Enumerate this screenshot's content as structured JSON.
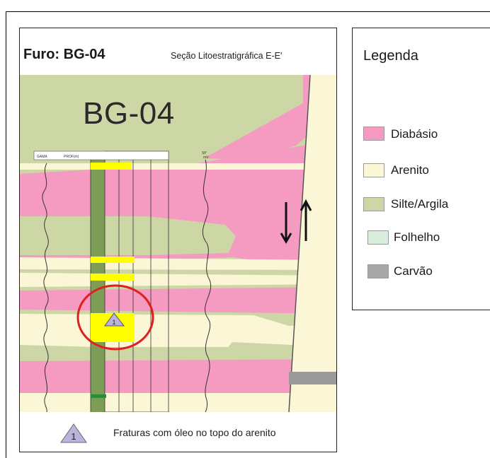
{
  "header": {
    "title": "Furo: BG-04",
    "subtitle": "Seção Litoestratigráfica E-E'"
  },
  "section": {
    "well_label": "BG-04",
    "marker_number": "1",
    "track_headers": [
      "GAMA",
      "PROF(m)",
      "",
      "",
      "",
      "",
      "",
      "SP",
      "mV"
    ]
  },
  "footnote": {
    "marker_number": "1",
    "text": "Fraturas com óleo no topo do arenito"
  },
  "legend": {
    "title": "Legenda",
    "items": [
      {
        "label": "Diabásio",
        "color": "#f59ac0"
      },
      {
        "label": "Arenito",
        "color": "#fbf6d6"
      },
      {
        "label": "Silte/Argila",
        "color": "#cdd7a6"
      },
      {
        "label": "Folhelho",
        "color": "#d9eedd"
      },
      {
        "label": "Carvão",
        "color": "#a8a8a8"
      }
    ]
  },
  "colors": {
    "diabasio": "#f59ac0",
    "arenito": "#fbf6d6",
    "silte": "#cdd7a6",
    "carvao": "#9b9b9b",
    "highlight": "#ffff00",
    "column_green": "#7d9c56",
    "marker_ring": "#e02020",
    "marker_triangle": "#b9b4dc"
  }
}
